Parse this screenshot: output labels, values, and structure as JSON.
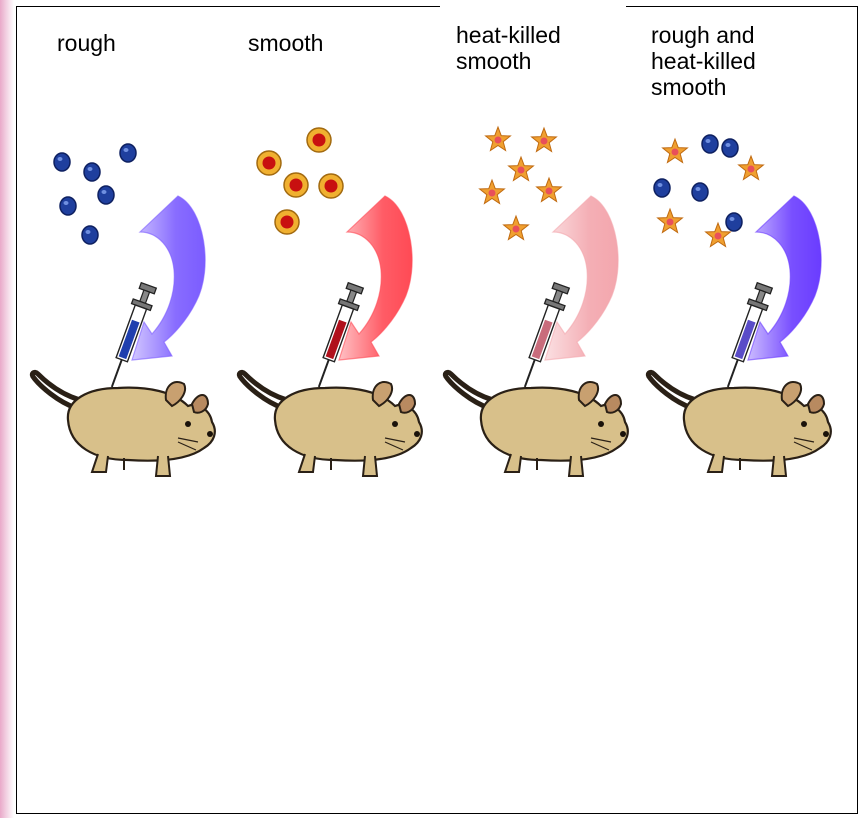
{
  "panels": [
    {
      "label_lines": [
        "rough"
      ],
      "bacteria": "rough",
      "arrow_color": "#7b5cff",
      "syringe_fluid": "#1f3fae"
    },
    {
      "label_lines": [
        "smooth"
      ],
      "bacteria": "smooth",
      "arrow_color": "#ff4a55",
      "syringe_fluid": "#b0101c"
    },
    {
      "label_lines": [
        "heat-killed",
        "smooth"
      ],
      "bacteria": "heat-killed",
      "arrow_color": "#f3a6ad",
      "syringe_fluid": "#c96c7c"
    },
    {
      "label_lines": [
        "rough and",
        "heat-killed",
        "smooth"
      ],
      "bacteria": "mixed",
      "arrow_color": "#6a3cff",
      "syringe_fluid": "#5a4cc8"
    }
  ],
  "colors": {
    "rough_cell": "#1f3f9e",
    "smooth_cell_outer": "#f0b030",
    "smooth_cell_inner": "#c81010",
    "dead_cell": "#f0a030",
    "mouse_body": "#d8c08a",
    "mouse_outline": "#2a2016"
  }
}
